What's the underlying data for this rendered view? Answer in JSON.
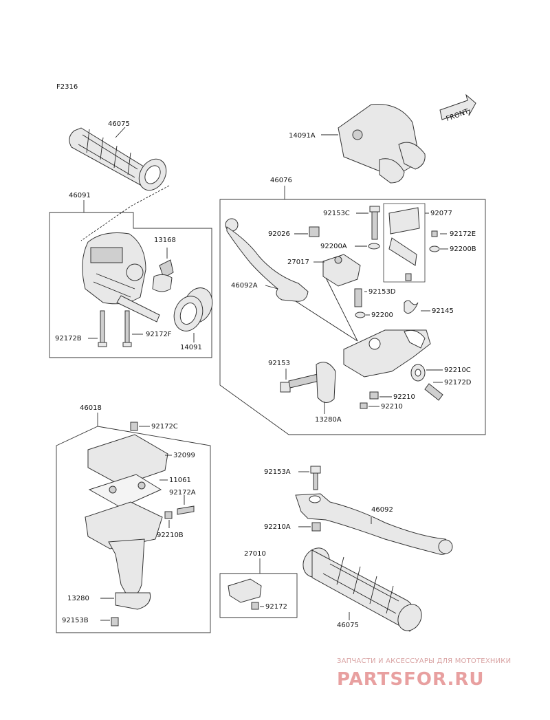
{
  "figure_code": "F2316",
  "front_label": "FRONT",
  "labels": {
    "p46075_top": "46075",
    "p46091": "46091",
    "p13168": "13168",
    "p92172B": "92172B",
    "p92172F": "92172F",
    "p14091": "14091",
    "p14091A": "14091A",
    "p46076": "46076",
    "p92153C": "92153C",
    "p92077": "92077",
    "p92026": "92026",
    "p92200A": "92200A",
    "p92172E": "92172E",
    "p92200B": "92200B",
    "p27017": "27017",
    "p46092A": "46092A",
    "p92153D": "92153D",
    "p92145": "92145",
    "p92200": "92200",
    "p92153": "92153",
    "p92210C": "92210C",
    "p92172D": "92172D",
    "p92210a": "92210",
    "p92210b": "92210",
    "p13280A": "13280A",
    "p46018": "46018",
    "p92172C": "92172C",
    "p32099": "32099",
    "p11061": "11061",
    "p92172A": "92172A",
    "p92210B": "92210B",
    "p13280": "13280",
    "p92153B": "92153B",
    "p92153A": "92153A",
    "p46092": "46092",
    "p92210A": "92210A",
    "p27010": "27010",
    "p92172": "92172",
    "p46075_bottom": "46075"
  },
  "watermark": {
    "tagline": "ЗАПЧАСТИ И АКСЕССУАРЫ ДЛЯ МОТОТЕХНИКИ",
    "brand": "PARTSFOR.RU"
  }
}
